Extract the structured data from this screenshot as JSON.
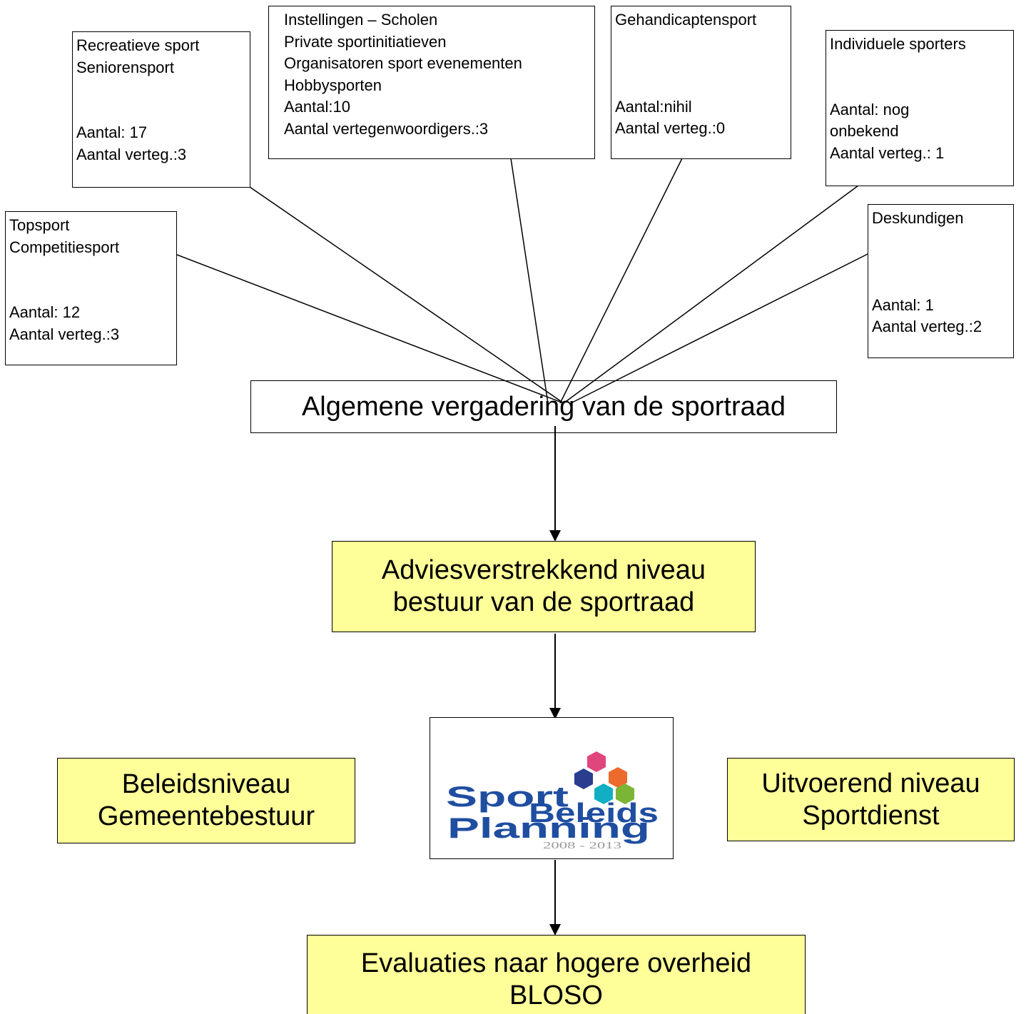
{
  "groups": {
    "recreatief": {
      "line1": "Recreatieve sport",
      "line2": "Seniorensport",
      "aantal": "Aantal: 17",
      "verteg": "Aantal verteg.:3"
    },
    "instellingen": {
      "line1": "Instellingen – Scholen",
      "line2": "Private sportinitiatieven",
      "line3": "Organisatoren sport evenementen",
      "line4": "Hobbysporten",
      "aantal": "Aantal:10",
      "verteg": "Aantal vertegenwoordigers.:3"
    },
    "gehandicapten": {
      "line1": "Gehandicaptensport",
      "aantal": "Aantal:nihil",
      "verteg": "Aantal verteg.:0"
    },
    "individueel": {
      "line1": "Individuele sporters",
      "aantal1": "Aantal: nog",
      "aantal2": "onbekend",
      "verteg": "Aantal verteg.:  1"
    },
    "topsport": {
      "line1": "Topsport",
      "line2": "Competitiesport",
      "aantal": "Aantal: 12",
      "verteg": "Aantal verteg.:3"
    },
    "deskundigen": {
      "line1": "Deskundigen",
      "aantal": "Aantal: 1",
      "verteg": "Aantal verteg.:2"
    }
  },
  "algemene": "Algemene vergadering van de sportraad",
  "advies": {
    "line1": "Adviesverstrekkend niveau",
    "line2": "bestuur van de sportraad"
  },
  "beleid": {
    "line1": "Beleidsniveau",
    "line2": "Gemeentebestuur"
  },
  "uitvoerend": {
    "line1": "Uitvoerend niveau",
    "line2": "Sportdienst"
  },
  "logo": {
    "word1": "Sport",
    "word2": "Beleids",
    "word3": "Planning",
    "years": "2008 - 2013",
    "colors": {
      "blue_text": "#1f4ea1",
      "hex_pink": "#e0457b",
      "hex_orange": "#ec6a2c",
      "hex_navy": "#2a3d8f",
      "hex_cyan": "#12aec4",
      "hex_green": "#7ab535"
    }
  },
  "evaluaties": {
    "line1": "Evaluaties naar hogere overheid",
    "line2": "BLOSO"
  },
  "colors": {
    "yellow_box": "#ffff99",
    "line": "#000000"
  }
}
